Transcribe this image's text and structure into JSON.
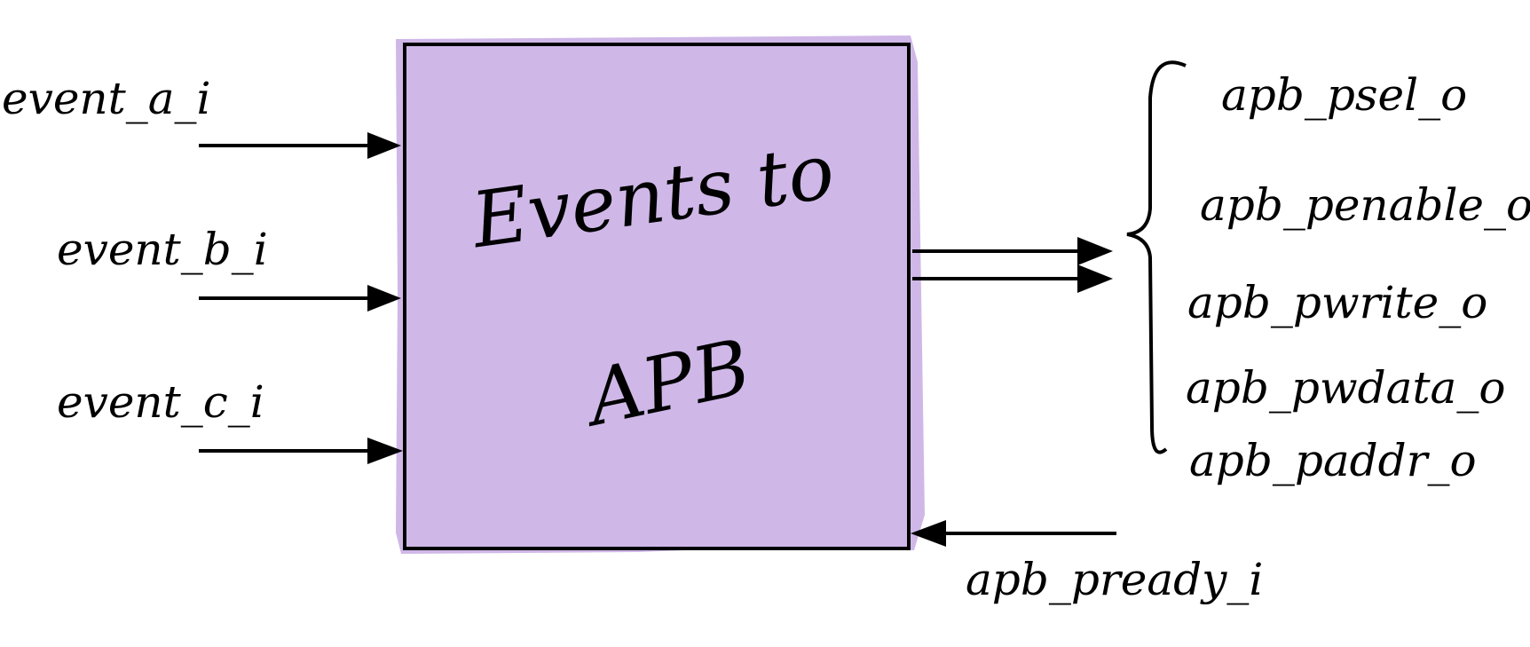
{
  "block": {
    "title_line1": "Events to",
    "title_line2": "APB",
    "fill_color": "#cfb8e8"
  },
  "inputs": [
    {
      "label": "event_a_i"
    },
    {
      "label": "event_b_i"
    },
    {
      "label": "event_c_i"
    }
  ],
  "outputs": [
    {
      "label": "apb_psel_o"
    },
    {
      "label": "apb_penable_o"
    },
    {
      "label": "apb_pwrite_o"
    },
    {
      "label": "apb_pwdata_o"
    },
    {
      "label": "apb_paddr_o"
    }
  ],
  "feedback": {
    "label": "apb_pready_i"
  }
}
